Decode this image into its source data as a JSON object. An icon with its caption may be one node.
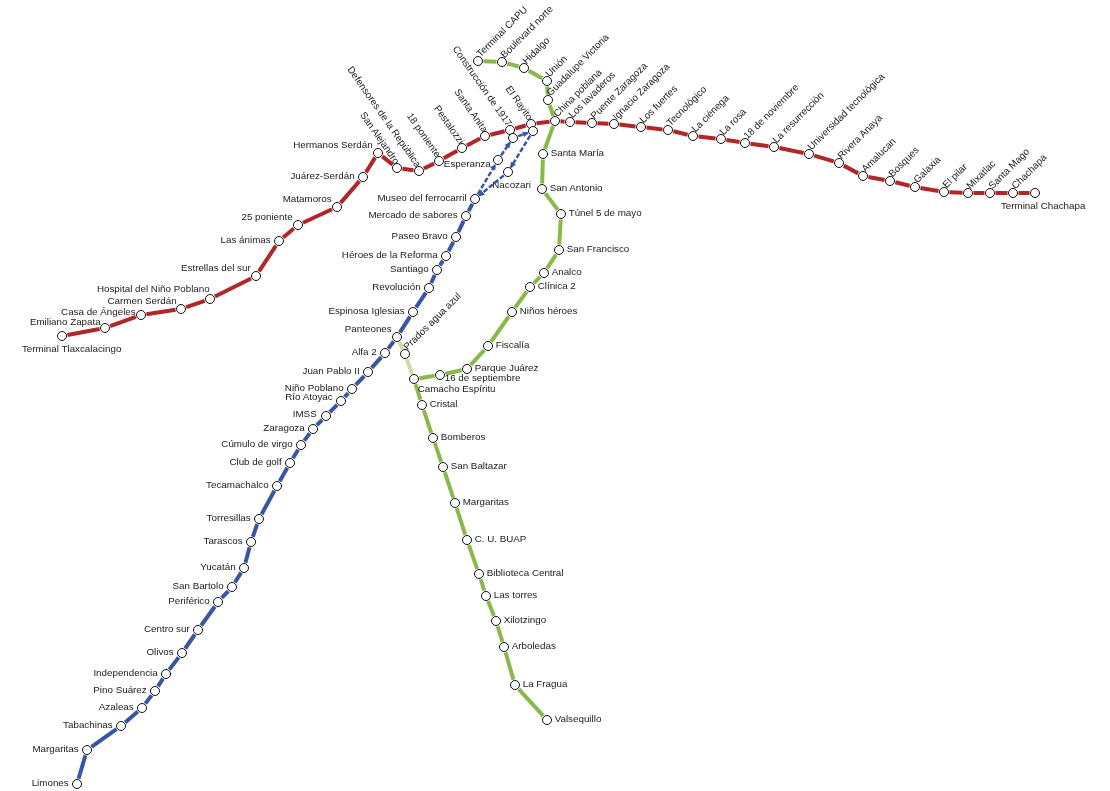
{
  "diagram": {
    "nodes": [
      {
        "text": [
          "Terminal Tlaxcalacingo"
        ]
      },
      {
        "text": [
          "Emiliano Zapata"
        ]
      },
      {
        "text": [
          "Casa de Ángeles"
        ]
      },
      {
        "text": [
          "Carmen Serdán"
        ]
      },
      {
        "text": [
          "Hospital del Niño Poblano"
        ]
      },
      {
        "text": [
          "Estrellas del sur"
        ]
      },
      {
        "text": [
          "Las ánimas"
        ]
      },
      {
        "text": [
          "25 poniente"
        ]
      },
      {
        "text": [
          "Matamoros"
        ]
      },
      {
        "text": [
          "Juárez-Serdán"
        ]
      },
      {
        "text": [
          "Hermanos Serdán"
        ]
      },
      {
        "text": [
          "San Alejandro"
        ]
      },
      {
        "text": [
          "Defensores de la República"
        ]
      },
      {
        "text": [
          "18 poniente"
        ]
      },
      {
        "text": [
          "Pestalozzi"
        ]
      },
      {
        "text": [
          "Santa Anita"
        ]
      },
      {
        "text": [
          "Construcción de 1917"
        ]
      },
      {
        "text": [
          "El Rayito"
        ]
      },
      {
        "text": [
          "China poblana"
        ]
      },
      {
        "text": [
          "Los lavaderos"
        ]
      },
      {
        "text": [
          "Puente Zaragoza"
        ]
      },
      {
        "text": [
          "Ignacio Zaragoza"
        ]
      },
      {
        "text": [
          "Los fuertes"
        ]
      },
      {
        "text": [
          "Tecnológico"
        ]
      },
      {
        "text": [
          "La ciénega"
        ]
      },
      {
        "text": [
          "La rosa"
        ]
      },
      {
        "text": [
          "18 de noviembre"
        ]
      },
      {
        "text": [
          "La resurrección"
        ]
      },
      {
        "text": [
          "Universidad tecnológica"
        ]
      },
      {
        "text": [
          "Rivera Anaya"
        ]
      },
      {
        "text": [
          "Amalucan"
        ]
      },
      {
        "text": [
          "Bosques"
        ]
      },
      {
        "text": [
          "Galaxia"
        ]
      },
      {
        "text": [
          "El pilar"
        ]
      },
      {
        "text": [
          "Mixatlac"
        ]
      },
      {
        "text": [
          "Santa Mago"
        ]
      },
      {
        "text": [
          "Chachapa"
        ]
      },
      {
        "text": [
          "Terminal Chachapa"
        ]
      },
      {
        "text": [
          "Terminal CAPU"
        ]
      },
      {
        "text": [
          "Boulevard norte"
        ]
      },
      {
        "text": [
          "Hidalgo"
        ]
      },
      {
        "text": [
          "Unión"
        ]
      },
      {
        "text": [
          "Guadalupe Victoria"
        ]
      },
      {
        "text": [
          "Santa María"
        ]
      },
      {
        "text": [
          "San Antonio"
        ]
      },
      {
        "text": [
          "Túnel 5 de mayo"
        ]
      },
      {
        "text": [
          "San Francisco"
        ]
      },
      {
        "text": [
          "Analco"
        ]
      },
      {
        "text": [
          "Clínica 2"
        ]
      },
      {
        "text": [
          "Niños héroes"
        ]
      },
      {
        "text": [
          "Fiscalía"
        ]
      },
      {
        "text": [
          "Parque Juárez"
        ]
      },
      {
        "text": [
          "16 de septiembre"
        ]
      },
      {
        "text": [
          "Camacho Espíritu"
        ]
      },
      {
        "text": [
          "Cristal"
        ]
      },
      {
        "text": [
          "Bomberos"
        ]
      },
      {
        "text": [
          "San Baltazar"
        ]
      },
      {
        "text": [
          "Margaritas"
        ]
      },
      {
        "text": [
          "C. U. BUAP"
        ]
      },
      {
        "text": [
          "Biblioteca Central"
        ]
      },
      {
        "text": [
          "Las torres"
        ]
      },
      {
        "text": [
          "Xilotzingo"
        ]
      },
      {
        "text": [
          "Arboledas"
        ]
      },
      {
        "text": [
          "La Fragua"
        ]
      },
      {
        "text": [
          "Valsequillo"
        ]
      },
      {
        "text": [
          "Prados agua azul"
        ]
      },
      {
        "text": [
          "Esperanza"
        ]
      },
      {
        "text": [
          "Nacozari"
        ]
      },
      {
        "text": [
          "Museo del ferrocarril"
        ]
      },
      {
        "text": [
          "Mercado de sabores"
        ]
      },
      {
        "text": [
          "Paseo Bravo"
        ]
      },
      {
        "text": [
          "Héroes de la Reforma"
        ]
      },
      {
        "text": [
          "Santiago"
        ]
      },
      {
        "text": [
          "Revolución"
        ]
      },
      {
        "text": [
          "Espinosa Iglesias"
        ]
      },
      {
        "text": [
          "Panteones"
        ]
      },
      {
        "text": [
          "Alfa 2"
        ]
      },
      {
        "text": [
          "Juan Pablo II"
        ]
      },
      {
        "text": [
          "Niño Poblano"
        ]
      },
      {
        "text": [
          "Río Atoyac"
        ]
      },
      {
        "text": [
          "IMSS"
        ]
      },
      {
        "text": [
          "Zaragoza"
        ]
      },
      {
        "text": [
          "Cúmulo de virgo"
        ]
      },
      {
        "text": [
          "Club de golf"
        ]
      },
      {
        "text": [
          "Tecamachalco"
        ]
      },
      {
        "text": [
          "Torresillas"
        ]
      },
      {
        "text": [
          "Tarascos"
        ]
      },
      {
        "text": [
          "Yucatán"
        ]
      },
      {
        "text": [
          "San Bartolo"
        ]
      },
      {
        "text": [
          "Periférico"
        ]
      },
      {
        "text": [
          "Centro sur"
        ]
      },
      {
        "text": [
          "Olivos"
        ]
      },
      {
        "text": [
          "Independencia"
        ]
      },
      {
        "text": [
          "Pino Suárez"
        ]
      },
      {
        "text": [
          "Azaleas"
        ]
      },
      {
        "text": [
          "Tabachinas"
        ]
      },
      {
        "text": [
          "Margaritas"
        ]
      },
      {
        "text": [
          "Limones"
        ]
      },
      {
        "text": [],
        "shape": "circle"
      },
      {
        "text": [],
        "shape": "circle"
      }
    ],
    "edges": [
      {
        "from": 0,
        "to": 1,
        "arrow": "none"
      },
      {
        "from": 1,
        "to": 2,
        "arrow": "none"
      },
      {
        "from": 2,
        "to": 3,
        "arrow": "none"
      },
      {
        "from": 3,
        "to": 4,
        "arrow": "none"
      },
      {
        "from": 4,
        "to": 5,
        "arrow": "none"
      },
      {
        "from": 5,
        "to": 6,
        "arrow": "none"
      },
      {
        "from": 6,
        "to": 7,
        "arrow": "none"
      },
      {
        "from": 7,
        "to": 8,
        "arrow": "none"
      },
      {
        "from": 8,
        "to": 9,
        "arrow": "none"
      },
      {
        "from": 9,
        "to": 10,
        "arrow": "none"
      },
      {
        "from": 10,
        "to": 11,
        "arrow": "none"
      },
      {
        "from": 11,
        "to": 12,
        "arrow": "none"
      },
      {
        "from": 12,
        "to": 13,
        "arrow": "none"
      },
      {
        "from": 13,
        "to": 14,
        "arrow": "none"
      },
      {
        "from": 14,
        "to": 15,
        "arrow": "none"
      },
      {
        "from": 15,
        "to": 16,
        "arrow": "none"
      },
      {
        "from": 16,
        "to": 17,
        "arrow": "none"
      },
      {
        "from": 17,
        "to": 18,
        "arrow": "none"
      },
      {
        "from": 18,
        "to": 19,
        "arrow": "none"
      },
      {
        "from": 19,
        "to": 20,
        "arrow": "none"
      },
      {
        "from": 20,
        "to": 21,
        "arrow": "none"
      },
      {
        "from": 21,
        "to": 22,
        "arrow": "none"
      },
      {
        "from": 22,
        "to": 23,
        "arrow": "none"
      },
      {
        "from": 23,
        "to": 24,
        "arrow": "none"
      },
      {
        "from": 24,
        "to": 25,
        "arrow": "none"
      },
      {
        "from": 25,
        "to": 26,
        "arrow": "none"
      },
      {
        "from": 26,
        "to": 27,
        "arrow": "none"
      },
      {
        "from": 27,
        "to": 28,
        "arrow": "none"
      },
      {
        "from": 28,
        "to": 29,
        "arrow": "none"
      },
      {
        "from": 29,
        "to": 30,
        "arrow": "none"
      },
      {
        "from": 30,
        "to": 31,
        "arrow": "none"
      },
      {
        "from": 31,
        "to": 32,
        "arrow": "none"
      },
      {
        "from": 32,
        "to": 33,
        "arrow": "none"
      },
      {
        "from": 33,
        "to": 34,
        "arrow": "none"
      },
      {
        "from": 34,
        "to": 35,
        "arrow": "none"
      },
      {
        "from": 35,
        "to": 36,
        "arrow": "none"
      },
      {
        "from": 36,
        "to": 37,
        "arrow": "none"
      },
      {
        "from": 38,
        "to": 39,
        "arrow": "none",
        "color": "#8ab84a"
      },
      {
        "from": 39,
        "to": 40,
        "arrow": "none",
        "color": "#8ab84a"
      },
      {
        "from": 40,
        "to": 41,
        "arrow": "none",
        "color": "#8ab84a"
      },
      {
        "from": 41,
        "to": 42,
        "arrow": "none",
        "color": "#8ab84a"
      },
      {
        "from": 42,
        "to": 18,
        "arrow": "none",
        "color": "#8ab84a"
      },
      {
        "from": 18,
        "to": 43,
        "arrow": "none",
        "color": "#8ab84a"
      },
      {
        "from": 43,
        "to": 44,
        "arrow": "none",
        "color": "#8ab84a"
      },
      {
        "from": 44,
        "to": 45,
        "arrow": "none",
        "color": "#8ab84a"
      },
      {
        "from": 45,
        "to": 46,
        "arrow": "none",
        "color": "#8ab84a"
      },
      {
        "from": 46,
        "to": 47,
        "arrow": "none",
        "color": "#8ab84a"
      },
      {
        "from": 47,
        "to": 48,
        "arrow": "none",
        "color": "#8ab84a"
      },
      {
        "from": 48,
        "to": 49,
        "arrow": "none",
        "color": "#8ab84a"
      },
      {
        "from": 49,
        "to": 50,
        "arrow": "none",
        "color": "#8ab84a"
      },
      {
        "from": 50,
        "to": 51,
        "arrow": "none",
        "color": "#8ab84a"
      },
      {
        "from": 51,
        "to": 52,
        "arrow": "none",
        "color": "#8ab84a"
      },
      {
        "from": 52,
        "to": 53,
        "arrow": "none",
        "color": "#8ab84a"
      },
      {
        "from": 53,
        "to": 54,
        "arrow": "none",
        "color": "#8ab84a"
      },
      {
        "from": 54,
        "to": 55,
        "arrow": "none",
        "color": "#8ab84a"
      },
      {
        "from": 55,
        "to": 56,
        "arrow": "none",
        "color": "#8ab84a"
      },
      {
        "from": 56,
        "to": 57,
        "arrow": "none",
        "color": "#8ab84a"
      },
      {
        "from": 57,
        "to": 58,
        "arrow": "none",
        "color": "#8ab84a"
      },
      {
        "from": 58,
        "to": 59,
        "arrow": "none",
        "color": "#8ab84a"
      },
      {
        "from": 59,
        "to": 60,
        "arrow": "none",
        "color": "#8ab84a"
      },
      {
        "from": 60,
        "to": 61,
        "arrow": "none",
        "color": "#8ab84a"
      },
      {
        "from": 61,
        "to": 62,
        "arrow": "none",
        "color": "#8ab84a"
      },
      {
        "from": 62,
        "to": 63,
        "arrow": "none",
        "color": "#8ab84a"
      },
      {
        "from": 63,
        "to": 64,
        "arrow": "none",
        "color": "#8ab84a"
      },
      {
        "from": 75,
        "to": 65,
        "arrow": "none",
        "color": "#c9dea3"
      },
      {
        "from": 65,
        "to": 53,
        "arrow": "none",
        "color": "#c9dea3"
      },
      {
        "from": 68,
        "to": 66,
        "arrow": "to",
        "style": "dashed",
        "color": "#3a55a4"
      },
      {
        "from": 66,
        "to": 98,
        "arrow": "to",
        "style": "dashed",
        "color": "#3a55a4"
      },
      {
        "from": 98,
        "to": 99,
        "arrow": "to",
        "style": "dashed",
        "color": "#3a55a4"
      },
      {
        "from": 99,
        "to": 67,
        "arrow": "to",
        "style": "dashed",
        "color": "#3a55a4"
      },
      {
        "from": 67,
        "to": 68,
        "arrow": "to",
        "style": "dashed",
        "color": "#3a55a4"
      },
      {
        "from": 68,
        "to": 69,
        "arrow": "none",
        "color": "#3a55a4"
      },
      {
        "from": 69,
        "to": 70,
        "arrow": "none",
        "color": "#3a55a4"
      },
      {
        "from": 70,
        "to": 71,
        "arrow": "none",
        "color": "#3a55a4"
      },
      {
        "from": 71,
        "to": 72,
        "arrow": "none",
        "color": "#3a55a4"
      },
      {
        "from": 72,
        "to": 73,
        "arrow": "none",
        "color": "#3a55a4"
      },
      {
        "from": 73,
        "to": 74,
        "arrow": "none",
        "color": "#3a55a4"
      },
      {
        "from": 74,
        "to": 75,
        "arrow": "none",
        "color": "#3a55a4"
      },
      {
        "from": 75,
        "to": 76,
        "arrow": "none",
        "color": "#3a55a4"
      },
      {
        "from": 76,
        "to": 77,
        "arrow": "none",
        "color": "#3a55a4"
      },
      {
        "from": 77,
        "to": 78,
        "arrow": "none",
        "color": "#3a55a4"
      },
      {
        "from": 78,
        "to": 79,
        "arrow": "none",
        "color": "#3a55a4"
      },
      {
        "from": 79,
        "to": 80,
        "arrow": "none",
        "color": "#3a55a4"
      },
      {
        "from": 80,
        "to": 81,
        "arrow": "none",
        "color": "#3a55a4"
      },
      {
        "from": 81,
        "to": 82,
        "arrow": "none",
        "color": "#3a55a4"
      },
      {
        "from": 82,
        "to": 83,
        "arrow": "none",
        "color": "#3a55a4"
      },
      {
        "from": 83,
        "to": 84,
        "arrow": "none",
        "color": "#3a55a4"
      },
      {
        "from": 84,
        "to": 85,
        "arrow": "none",
        "color": "#3a55a4"
      },
      {
        "from": 85,
        "to": 86,
        "arrow": "none",
        "color": "#3a55a4"
      },
      {
        "from": 86,
        "to": 87,
        "arrow": "none",
        "color": "#3a55a4"
      },
      {
        "from": 87,
        "to": 88,
        "arrow": "none",
        "color": "#3a55a4"
      },
      {
        "from": 88,
        "to": 89,
        "arrow": "none",
        "color": "#3a55a4"
      },
      {
        "from": 89,
        "to": 90,
        "arrow": "none",
        "color": "#3a55a4"
      },
      {
        "from": 90,
        "to": 91,
        "arrow": "none",
        "color": "#3a55a4"
      },
      {
        "from": 91,
        "to": 92,
        "arrow": "none",
        "color": "#3a55a4"
      },
      {
        "from": 92,
        "to": 93,
        "arrow": "none",
        "color": "#3a55a4"
      },
      {
        "from": 93,
        "to": 94,
        "arrow": "none",
        "color": "#3a55a4"
      },
      {
        "from": 94,
        "to": 95,
        "arrow": "none",
        "color": "#3a55a4"
      },
      {
        "from": 95,
        "to": 96,
        "arrow": "none",
        "color": "#3a55a4"
      },
      {
        "from": 96,
        "to": 97,
        "arrow": "none",
        "color": "#3a55a4"
      }
    ]
  }
}
